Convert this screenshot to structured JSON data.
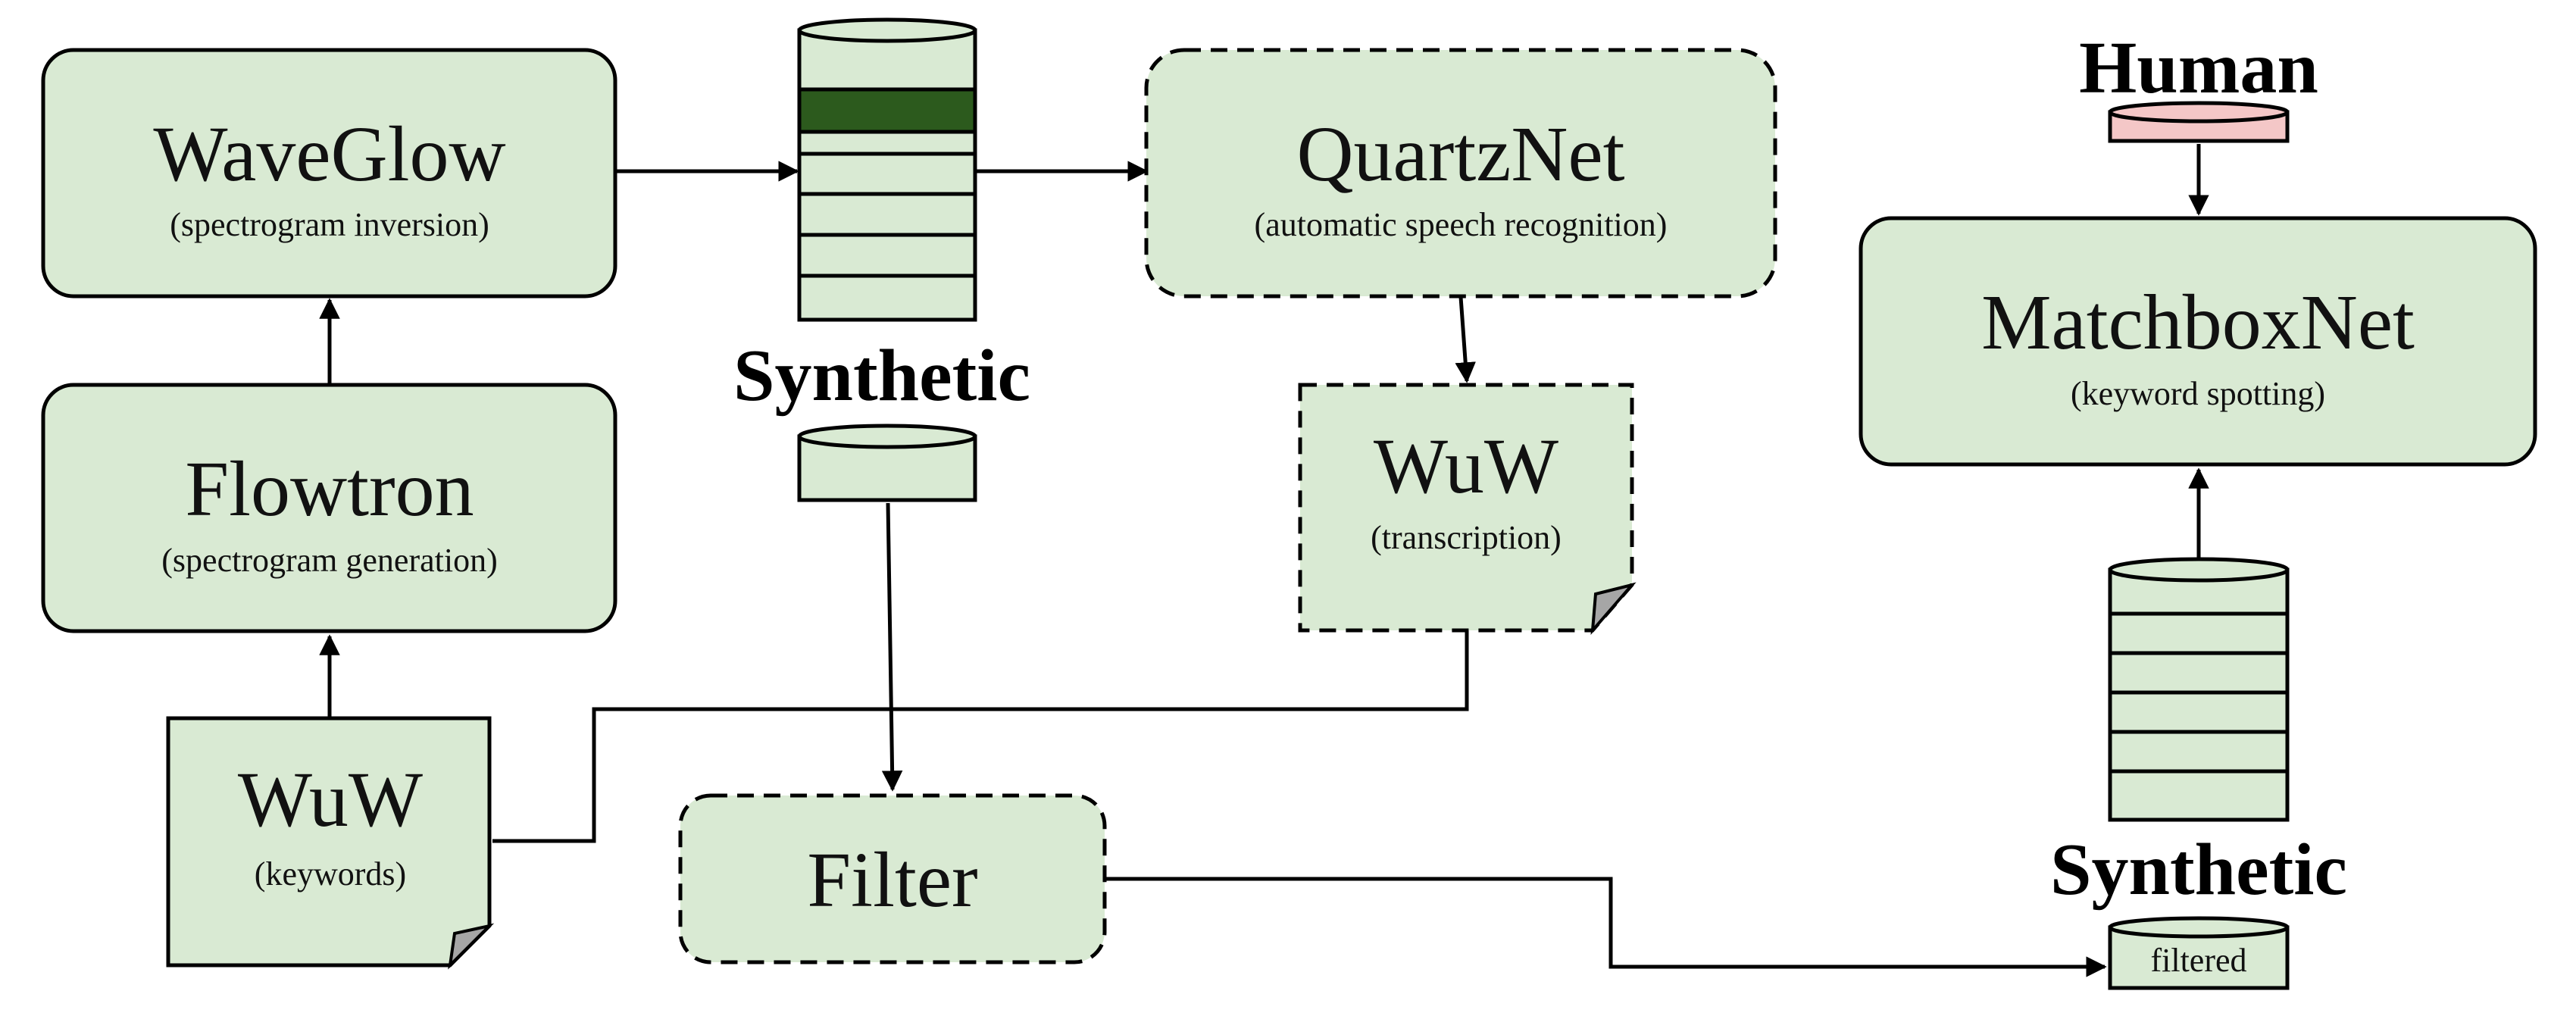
{
  "nodes": {
    "waveglow": {
      "title": "WaveGlow",
      "subtitle": "(spectrogram inversion)"
    },
    "flowtron": {
      "title": "Flowtron",
      "subtitle": "(spectrogram generation)"
    },
    "wuw_keywords": {
      "title": "WuW",
      "subtitle": "(keywords)"
    },
    "quartznet": {
      "title": "QuartzNet",
      "subtitle": "(automatic speech recognition)"
    },
    "wuw_transcription": {
      "title": "WuW",
      "subtitle": "(transcription)"
    },
    "filter": {
      "title": "Filter"
    },
    "matchboxnet": {
      "title": "MatchboxNet",
      "subtitle": "(keyword spotting)"
    }
  },
  "datasets": {
    "synthetic_top": {
      "label": "Synthetic"
    },
    "human": {
      "label": "Human"
    },
    "synthetic_right": {
      "label": "Synthetic"
    },
    "filtered": {
      "label": "filtered"
    }
  },
  "colors": {
    "box_fill": "#d9ead3",
    "highlight_slice": "#2c5a1d",
    "human_cylinder": "#f4c7c7"
  }
}
